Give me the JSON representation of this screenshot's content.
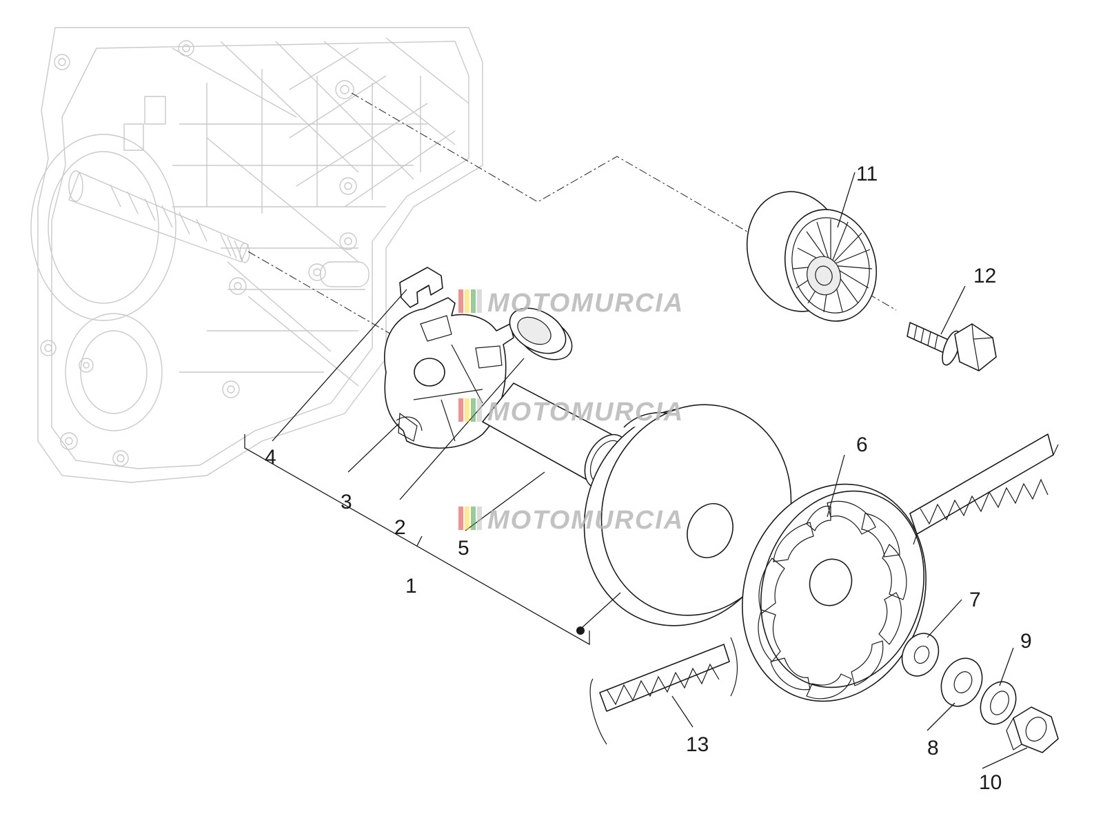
{
  "callouts": [
    {
      "id": "1",
      "label": "1"
    },
    {
      "id": "2",
      "label": "2"
    },
    {
      "id": "3",
      "label": "3"
    },
    {
      "id": "4",
      "label": "4"
    },
    {
      "id": "5",
      "label": "5"
    },
    {
      "id": "6",
      "label": "6"
    },
    {
      "id": "7",
      "label": "7"
    },
    {
      "id": "8",
      "label": "8"
    },
    {
      "id": "9",
      "label": "9"
    },
    {
      "id": "10",
      "label": "10"
    },
    {
      "id": "11",
      "label": "11"
    },
    {
      "id": "12",
      "label": "12"
    },
    {
      "id": "13",
      "label": "13"
    }
  ],
  "watermark": {
    "text": "MOTOMURCIA",
    "stripe_colors": [
      "#e53935",
      "#fdd835",
      "#43a047",
      "#bdbdbd"
    ]
  }
}
